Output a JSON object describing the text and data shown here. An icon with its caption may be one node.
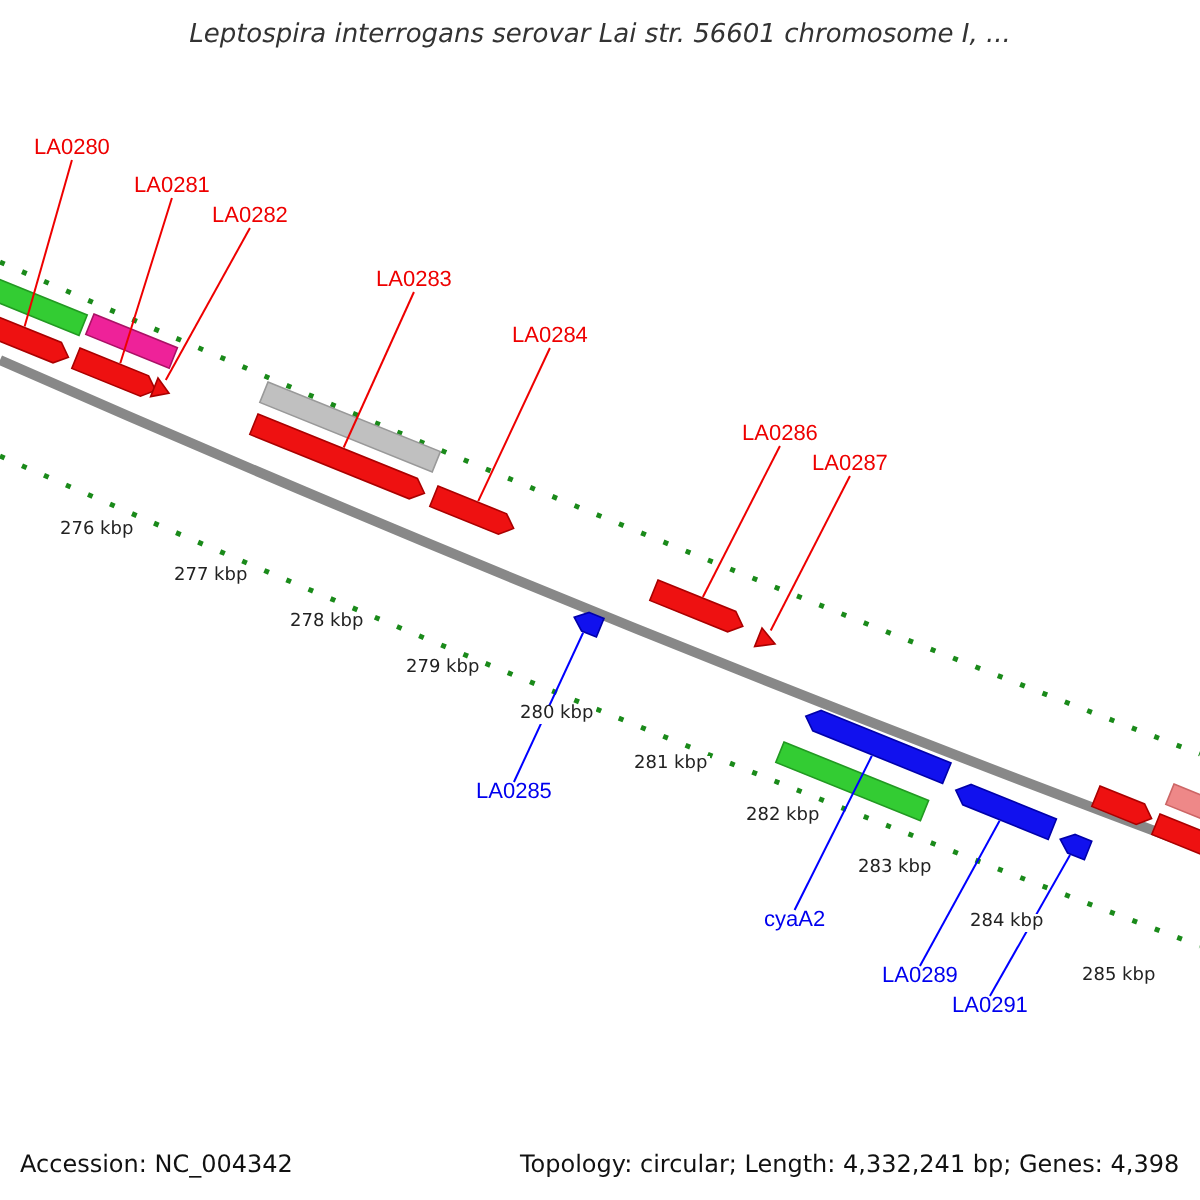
{
  "diagram": {
    "title": "Leptospira interrogans serovar Lai str. 56601 chromosome I, ...",
    "nodes": [
      {
        "text": [
          "LA0280"
        ]
      },
      {
        "text": [
          "LA0281"
        ]
      },
      {
        "text": [
          "LA0282"
        ]
      },
      {
        "text": [
          "LA0283"
        ]
      },
      {
        "text": [
          "LA0284"
        ]
      },
      {
        "text": [
          "LA0286"
        ]
      },
      {
        "text": [
          "LA0287"
        ]
      },
      {
        "text": [
          "LA0285"
        ]
      },
      {
        "text": [
          "cyaA2"
        ]
      },
      {
        "text": [
          "LA0289"
        ]
      },
      {
        "text": [
          "LA0291"
        ]
      },
      {
        "text": [],
        "shape": "bar"
      },
      {
        "text": [],
        "shape": "pentagon"
      },
      {
        "text": [],
        "shape": "pentagon"
      },
      {
        "text": [],
        "shape": "bar"
      },
      {
        "text": [],
        "shape": "triangle"
      },
      {
        "text": [],
        "shape": "pentagon"
      },
      {
        "text": [],
        "shape": "bar"
      },
      {
        "text": [],
        "shape": "pentagon"
      },
      {
        "text": [],
        "shape": "pentagon"
      },
      {
        "text": [],
        "shape": "pentagon"
      },
      {
        "text": [],
        "shape": "triangle"
      },
      {
        "text": [],
        "shape": "bar"
      },
      {
        "text": [],
        "shape": "pentagon"
      },
      {
        "text": [],
        "shape": "pentagon"
      },
      {
        "text": [],
        "shape": "pentagon"
      },
      {
        "text": [],
        "shape": "pentagon"
      },
      {
        "text": [],
        "shape": "pentagon"
      },
      {
        "text": [],
        "shape": "bar"
      }
    ],
    "edges": [
      {
        "from": 0,
        "to": 12,
        "arrow": "none"
      },
      {
        "from": 1,
        "to": 13,
        "arrow": "none"
      },
      {
        "from": 2,
        "to": 15,
        "arrow": "none"
      },
      {
        "from": 3,
        "to": 16,
        "arrow": "none"
      },
      {
        "from": 4,
        "to": 18,
        "arrow": "none"
      },
      {
        "from": 5,
        "to": 20,
        "arrow": "none"
      },
      {
        "from": 6,
        "to": 21,
        "arrow": "none"
      },
      {
        "from": 7,
        "to": 19,
        "arrow": "none",
        "color": "#0000ff"
      },
      {
        "from": 8,
        "to": 23,
        "arrow": "none",
        "color": "#0000ff"
      },
      {
        "from": 9,
        "to": 24,
        "arrow": "none",
        "color": "#0000ff"
      },
      {
        "from": 10,
        "to": 25,
        "arrow": "none",
        "color": "#0000ff"
      }
    ],
    "labels": [
      "276 kbp",
      "277 kbp",
      "278 kbp",
      "279 kbp",
      "280 kbp",
      "281 kbp",
      "282 kbp",
      "283 kbp",
      "284 kbp",
      "285 kbp",
      "Accession: NC_004342",
      "Topology: circular; Length: 4,332,241 bp; Genes: 4,398"
    ]
  }
}
